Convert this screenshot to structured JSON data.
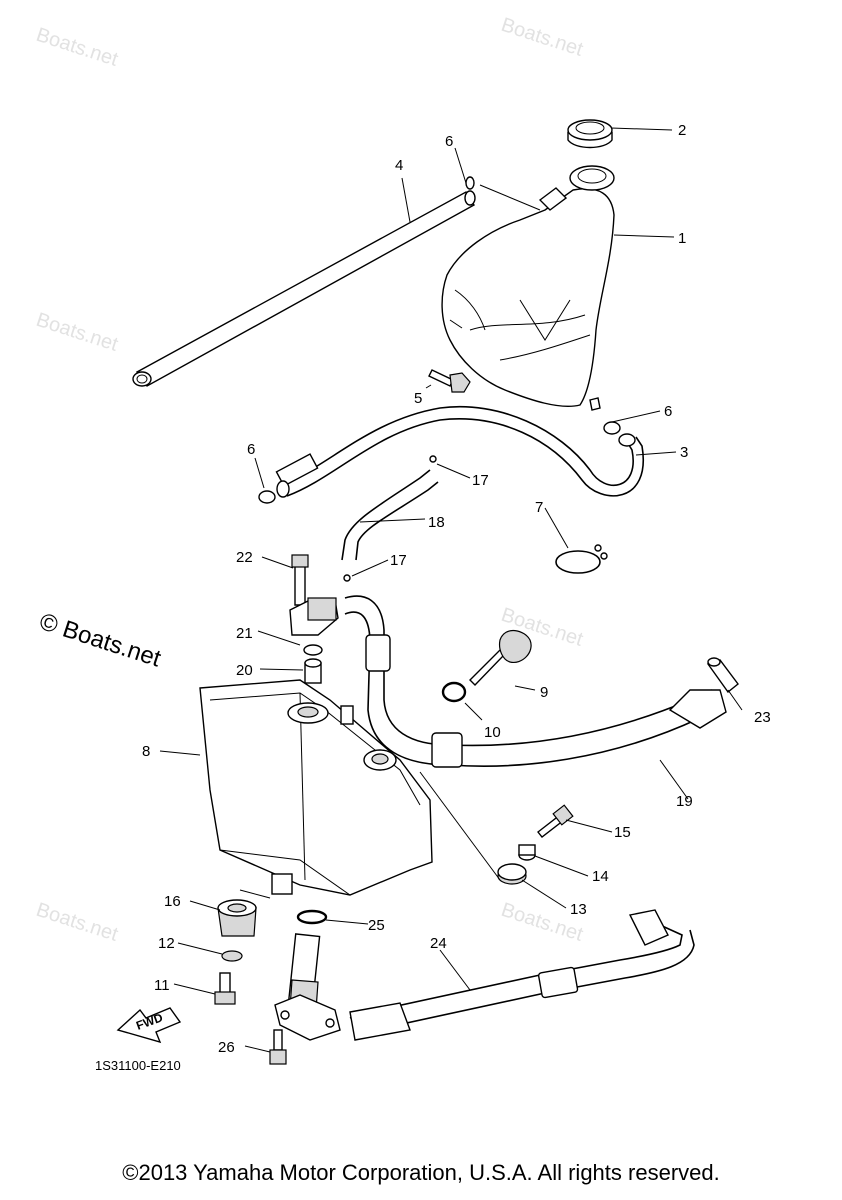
{
  "watermark": "Boats.net",
  "watermark_prominent": "© Boats.net",
  "diagram_code": "1S31100-E210",
  "fwd_label": "FWD",
  "copyright": "©2013 Yamaha Motor Corporation, U.S.A. All rights reserved.",
  "callouts": [
    "1",
    "2",
    "3",
    "4",
    "5",
    "6",
    "6",
    "6",
    "7",
    "8",
    "9",
    "10",
    "11",
    "12",
    "13",
    "14",
    "15",
    "16",
    "17",
    "17",
    "18",
    "19",
    "20",
    "21",
    "22",
    "23",
    "24",
    "25",
    "26"
  ]
}
